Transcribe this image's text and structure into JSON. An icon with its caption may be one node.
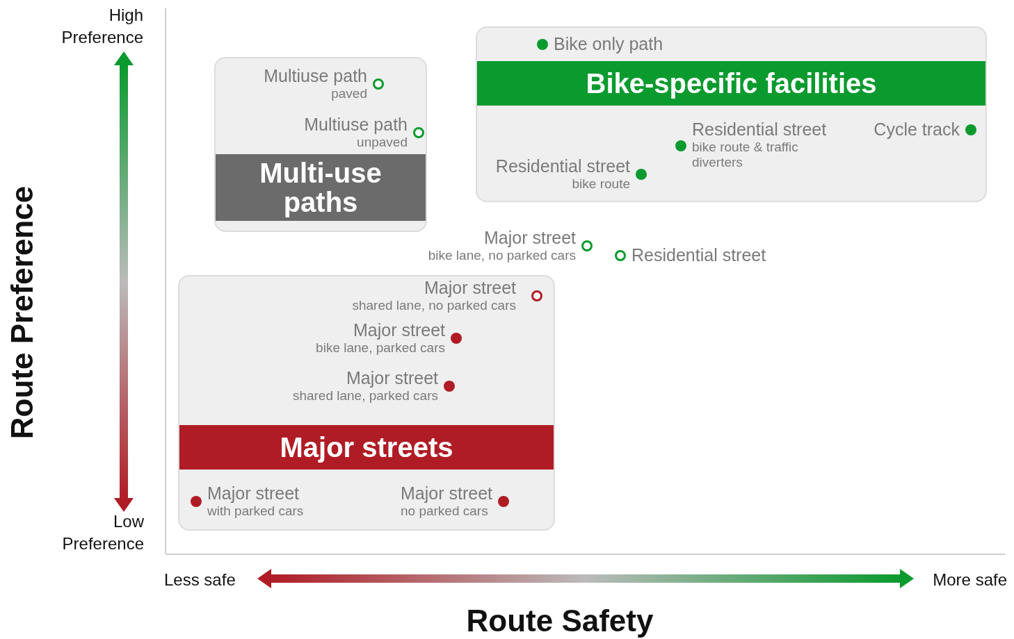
{
  "diagram": {
    "nodes": [
      {
        "text": [],
        "shape": "box"
      },
      {
        "text": [
          "Multiuse path",
          "paved"
        ],
        "in": 0
      },
      {
        "text": [
          "Multiuse path",
          "unpaved"
        ],
        "in": 0
      },
      {
        "text": [
          "Multi-use paths"
        ],
        "in": 0
      },
      {
        "text": [],
        "shape": "box"
      },
      {
        "text": [
          "Bike only path"
        ],
        "in": 4
      },
      {
        "text": [
          "Bike-specific facilities"
        ],
        "in": 4
      },
      {
        "text": [
          "Residential street",
          "bike route & traffic diverters"
        ],
        "in": 4
      },
      {
        "text": [
          "Cycle track"
        ],
        "in": 4
      },
      {
        "text": [
          "Residential street",
          "bike route"
        ],
        "in": 4
      },
      {
        "text": [
          "Major street",
          "bike lane, no parked cars"
        ]
      },
      {
        "text": [
          "Residential street"
        ]
      },
      {
        "text": [],
        "shape": "box"
      },
      {
        "text": [
          "Major street",
          "shared lane, no parked cars"
        ],
        "in": 12
      },
      {
        "text": [
          "Major street",
          "bike lane, parked cars"
        ],
        "in": 12
      },
      {
        "text": [
          "Major street",
          "shared lane, parked cars"
        ],
        "in": 12
      },
      {
        "text": [
          "Major streets"
        ],
        "in": 12
      },
      {
        "text": [
          "Major street",
          "with parked cars"
        ],
        "in": 12
      },
      {
        "text": [
          "Major street",
          "no parked cars"
        ],
        "in": 12
      }
    ],
    "labels": [
      "High Preference",
      "Route Preference",
      "Low Preference",
      "Less safe",
      "More safe",
      "Route Safety"
    ]
  }
}
